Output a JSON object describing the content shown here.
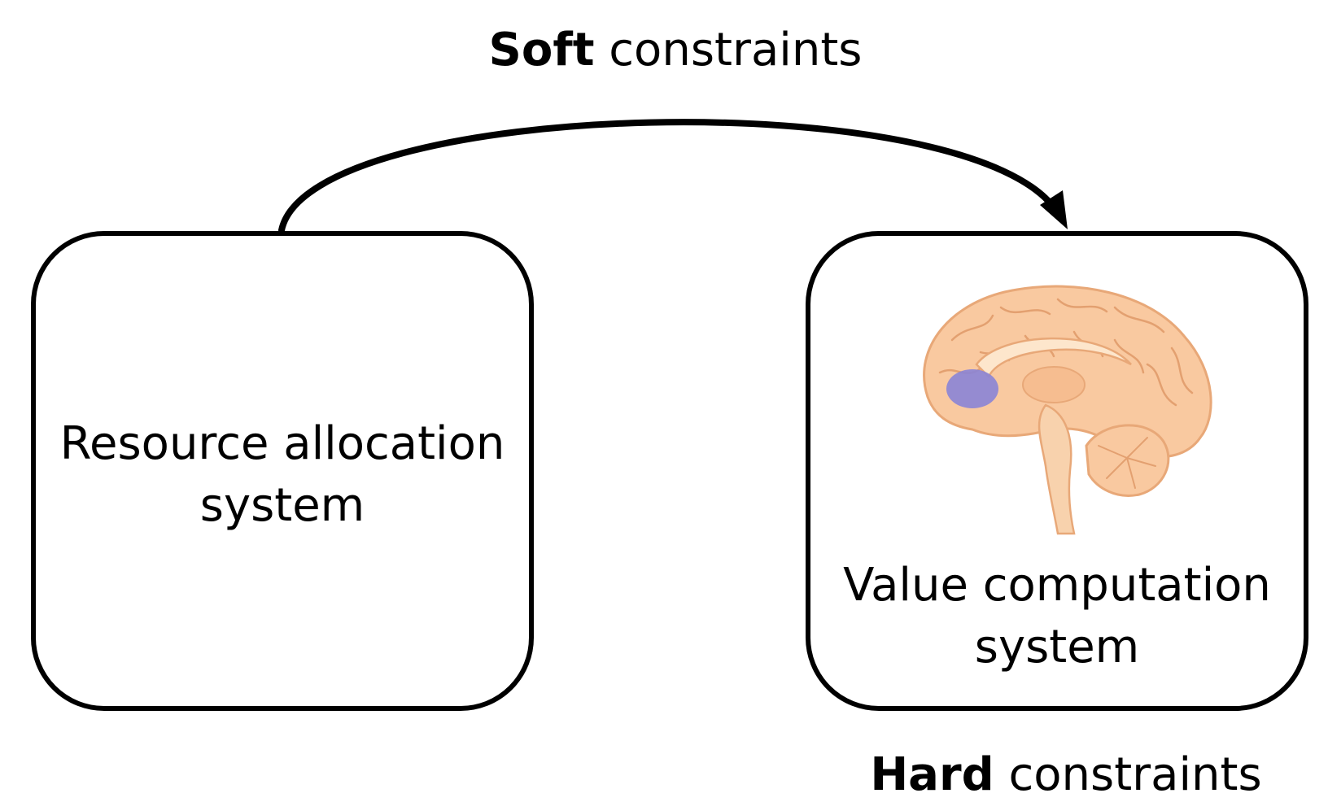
{
  "top_label": {
    "bold": "Soft",
    "rest": " constraints"
  },
  "bottom_label": {
    "bold": "Hard",
    "rest": " constraints"
  },
  "left_box": {
    "line1": "Resource allocation",
    "line2": "system"
  },
  "right_box": {
    "line1": "Value computation",
    "line2": "system"
  },
  "illustration": "brain-sagittal-icon",
  "colors": {
    "stroke": "#000000",
    "brain_fill": "#f9c9a0",
    "brain_outline": "#e8a878",
    "highlight_region": "#8a84d6"
  }
}
